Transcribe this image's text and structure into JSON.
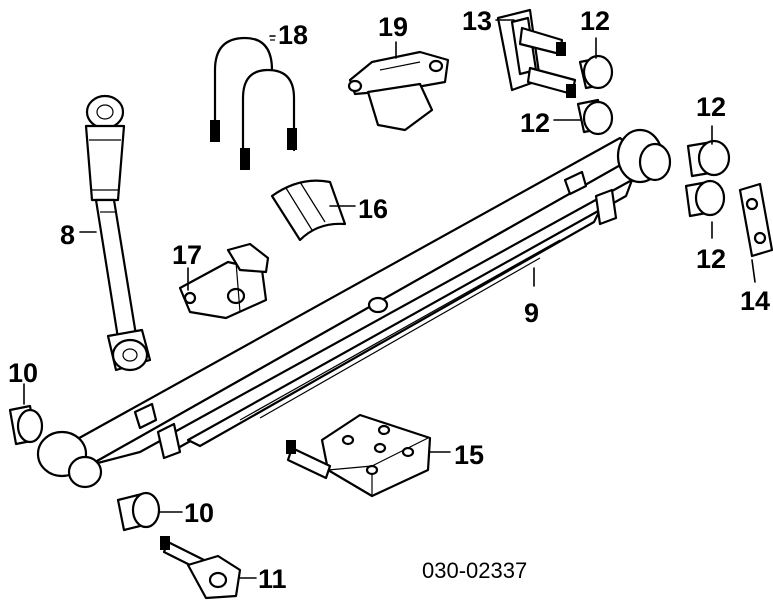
{
  "diagram": {
    "code": "030-02337",
    "callouts": {
      "p8": "8",
      "p9": "9",
      "p10a": "10",
      "p10b": "10",
      "p11": "11",
      "p12a": "12",
      "p12b": "12",
      "p12c": "12",
      "p12d": "12",
      "p13": "13",
      "p14": "14",
      "p15": "15",
      "p16": "16",
      "p17": "17",
      "p18": "18",
      "p19": "19"
    }
  }
}
